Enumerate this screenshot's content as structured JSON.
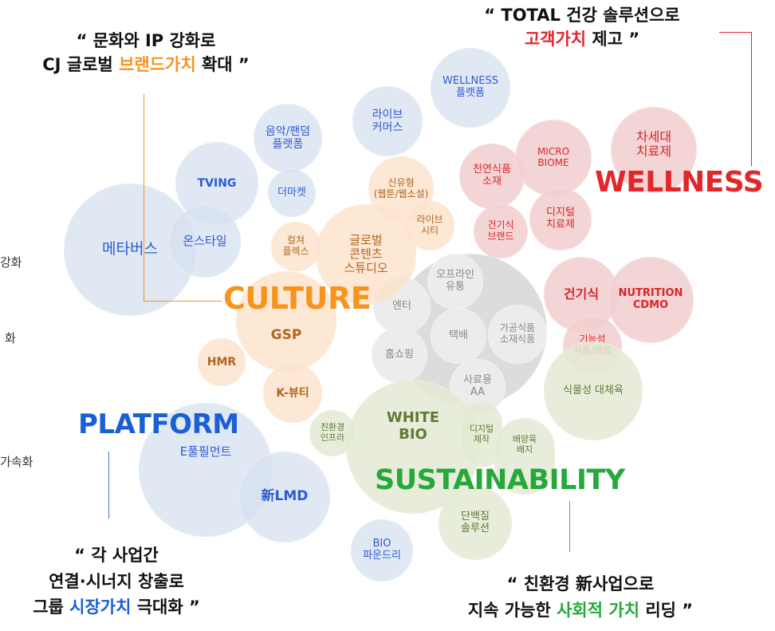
{
  "colors": {
    "culture": "#f7941d",
    "platform": "#1a5fd6",
    "wellness": "#e3262a",
    "sustainability": "#26a83a",
    "wellness_line": "#e3262a",
    "culture_line": "#f7941d",
    "platform_line": "#3d72d9",
    "sustain_line": "#8a9a4a"
  },
  "callouts": {
    "culture": {
      "line1": "“ 문화와 IP 강화로",
      "line2_pre": "CJ 글로벌 ",
      "line2_hl": "브랜드가치",
      "line2_post": " 확대 ”"
    },
    "wellness": {
      "line1": "“ TOTAL 건강 솔루션으로",
      "line2_hl": "고객가치",
      "line2_post": " 제고 ”"
    },
    "platform": {
      "line1": "“ 각 사업간",
      "line2": "연결·시너지 창출로",
      "line3_pre": "그룹 ",
      "line3_hl": "시장가치",
      "line3_post": " 극대화 ”"
    },
    "sustain": {
      "line1": "“ 친환경 新사업으로",
      "line2_pre": "지속 가능한 ",
      "line2_hl": "사회적 가치",
      "line2_post": " 리딩 ”"
    }
  },
  "categories": {
    "culture": "CULTURE",
    "platform": "PLATFORM",
    "wellness": "WELLNESS",
    "sustainability": "SUSTAINABILITY"
  },
  "left_fragments": [
    "강화",
    "화",
    "가속화"
  ],
  "bubbles": {
    "metaverse": "메타버스",
    "tving": "TVING",
    "onstyle": "온스타일",
    "music": "음악/팬덤\n플랫폼",
    "themarket": "더마켓",
    "live_commerce": "라이브\n커머스",
    "wellness_platform": "WELLNESS\n플랫폼",
    "e_fulfillment": "E풀필먼트",
    "new_lmd": "新LMD",
    "bio_foundry": "BIO\n파운드리",
    "culture_plex": "컬쳐\n플렉스",
    "global_studio": "글로벌\n콘텐츠\n스튜디오",
    "new_type": "신유형\n(웹툰/웹소설)",
    "live_city": "라이브\n시티",
    "gsp": "GSP",
    "hmr": "HMR",
    "k_beauty": "K-뷰티",
    "offline": "오프라인\n유통",
    "enter": "엔터",
    "delivery": "택배",
    "processed_food": "가공식품\n소재식품",
    "home_shopping": "홈쇼핑",
    "feed_aa": "사료용\nAA",
    "natural_food": "천연식품\n소재",
    "micro_biome": "MICRO\nBIOME",
    "next_gen": "차세대\n치료제",
    "digital_therapy": "디지털\n치료제",
    "health_brand": "건기식\n브랜드",
    "health_food": "건기식",
    "nutrition_cdmo": "NUTRITION\nCDMO",
    "functional": "기능성\n식품/음료",
    "plant_meat": "식물성 대체육",
    "eco_infra": "친환경\n인프라",
    "white_bio": "WHITE\nBIO",
    "digital_making": "디지털\n제작",
    "culture_medium": "배양육\n배지",
    "protein": "단백질\n솔루션"
  }
}
